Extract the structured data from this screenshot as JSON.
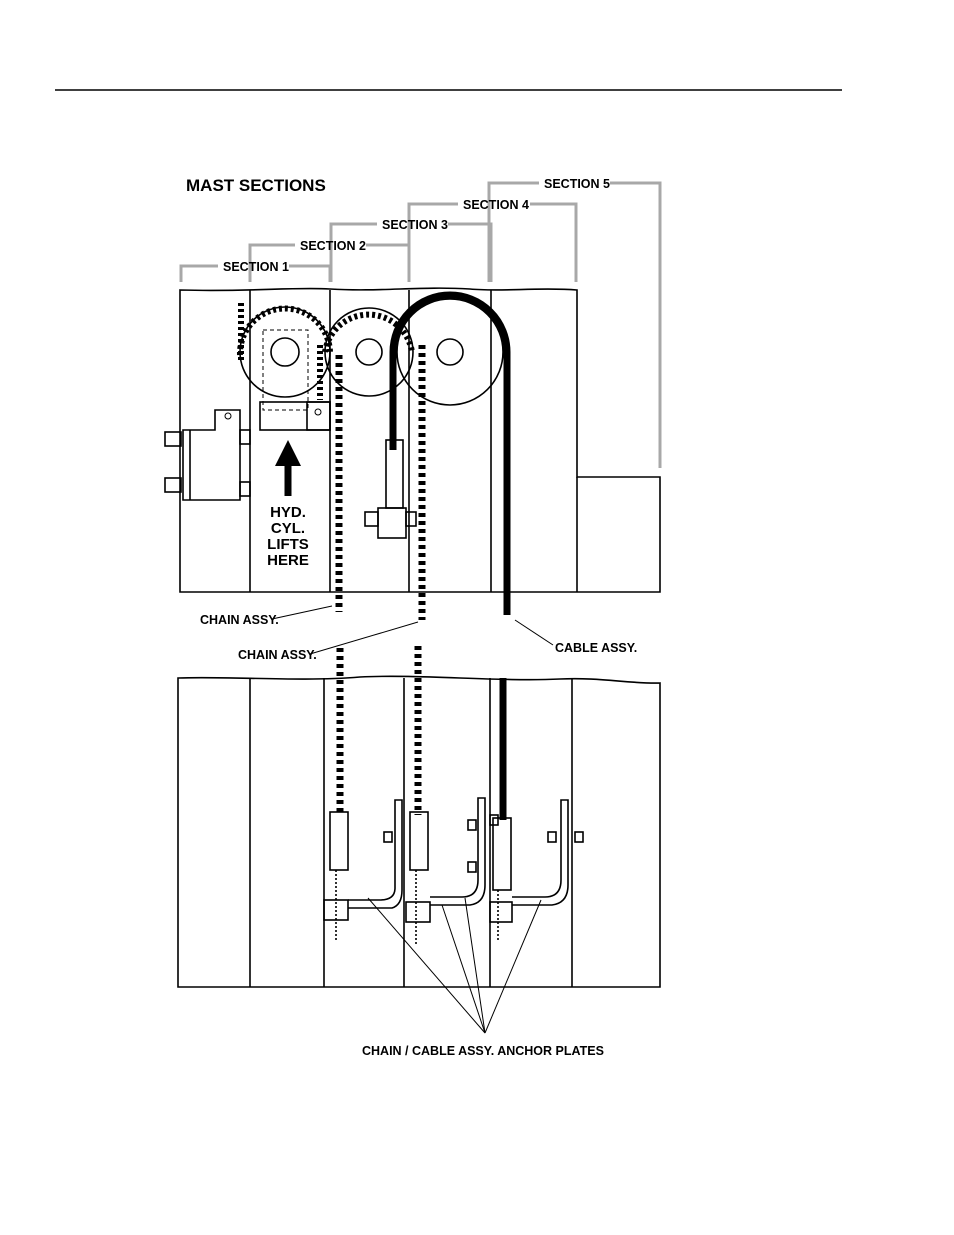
{
  "title": "MAST SECTIONS",
  "sections": [
    "SECTION 1",
    "SECTION 2",
    "SECTION 3",
    "SECTION 4",
    "SECTION 5"
  ],
  "cylinder_label": [
    "HYD.",
    "CYL.",
    "LIFTS",
    "HERE"
  ],
  "callouts": {
    "chain_1": "CHAIN ASSY.",
    "chain_2": "CHAIN ASSY.",
    "cable": "CABLE ASSY.",
    "anchor_plates": "CHAIN / CABLE ASSY.  ANCHOR PLATES"
  },
  "colors": {
    "line": "#000000",
    "bracket": "#a8a8a8",
    "background": "#ffffff"
  }
}
